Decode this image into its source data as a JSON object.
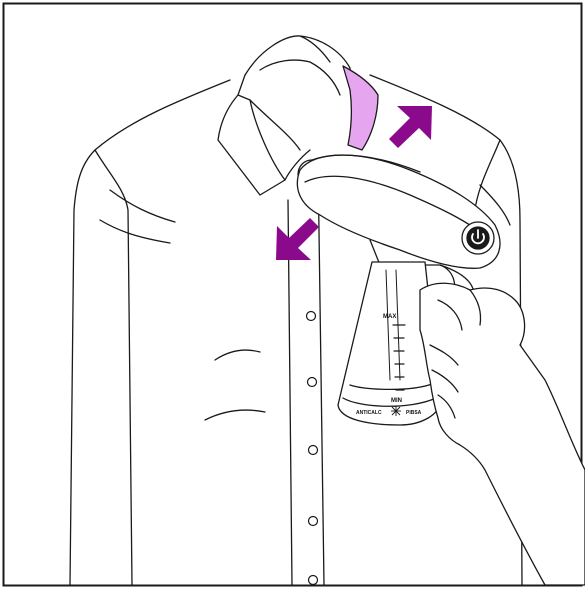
{
  "illustration": {
    "tank": {
      "max_label": "MAX",
      "min_label": "MIN",
      "anticalc_label": "ANTICALC",
      "brand_label": "PIBSA"
    },
    "colors": {
      "accent_arrow": "#8b0a8b",
      "collar_highlight": "#e6a6ef",
      "line": "#1a1a1a",
      "background": "#ffffff"
    },
    "icons": [
      "arrow-up-right-icon",
      "arrow-down-left-icon",
      "power-button-icon"
    ]
  }
}
